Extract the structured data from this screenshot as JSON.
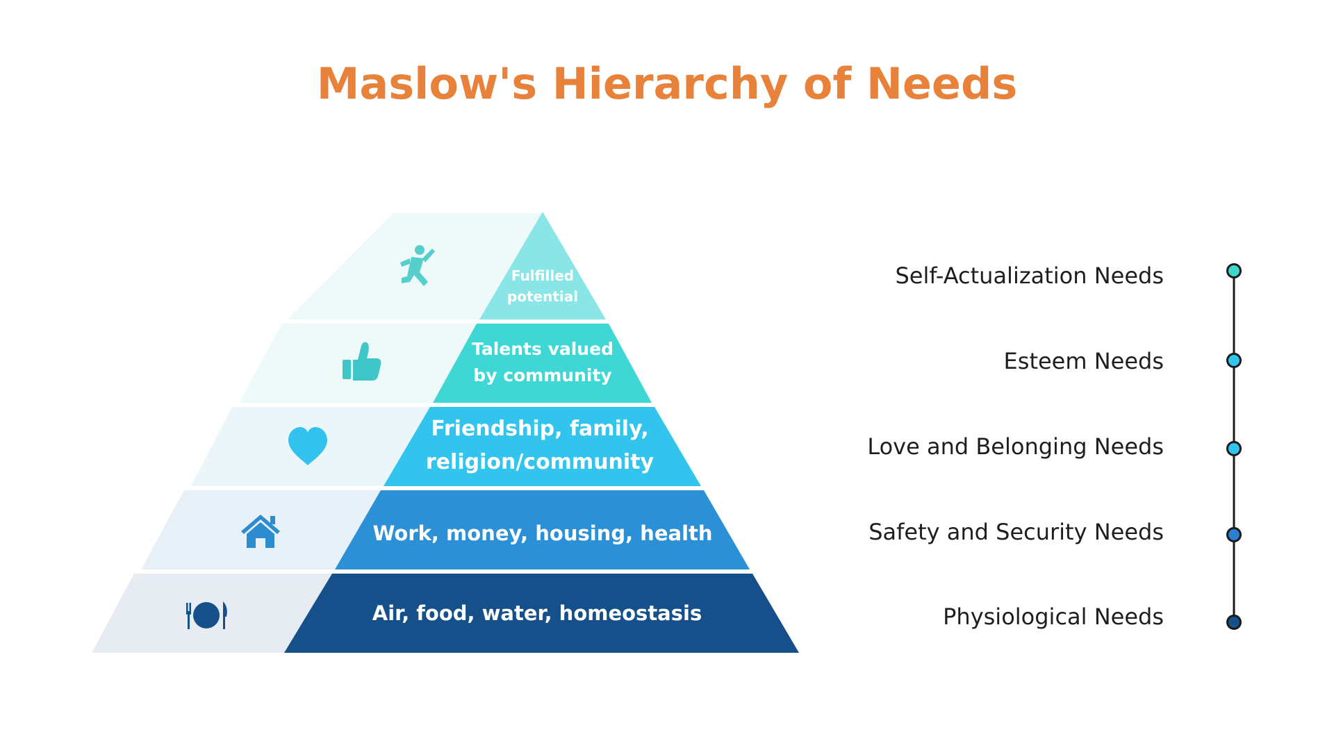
{
  "title": "Maslow's Hierarchy of Needs",
  "colors": {
    "title": "#E8823A",
    "layer_1": "#8AE6E6",
    "layer_2": "#3FD7D3",
    "layer_3": "#33C4EE",
    "layer_4": "#2C90D6",
    "layer_5": "#15508A",
    "band_1": "#EEF9F9",
    "band_2": "#EEF9FA",
    "band_3": "#EAF6FA",
    "band_4": "#E8F1F7",
    "band_5": "#E7ECF2",
    "icon_1": "#55CFCC",
    "icon_2": "#3FC7C8",
    "icon_3": "#33C2EE",
    "icon_4": "#2C8CD0",
    "icon_5": "#15508A",
    "dot_1": "#3FD7C8",
    "dot_2": "#33C4EE",
    "dot_3": "#33C4EE",
    "dot_4": "#2C7FD0",
    "dot_5": "#15508A",
    "connector": "#1a1a1a",
    "label": "#1e1e1e"
  },
  "layers": [
    {
      "text_lines": [
        "Fulfilled",
        "potential"
      ],
      "icon": "person-jumping-icon",
      "need": "Self-Actualization Needs"
    },
    {
      "text_lines": [
        "Talents valued",
        "by community"
      ],
      "icon": "thumbs-up-icon",
      "need": "Esteem Needs"
    },
    {
      "text_lines": [
        "Friendship, family,",
        "religion/community"
      ],
      "icon": "heart-icon",
      "need": "Love and Belonging Needs"
    },
    {
      "text_lines": [
        "Work, money, housing, health"
      ],
      "icon": "house-icon",
      "need": "Safety and Security Needs"
    },
    {
      "text_lines": [
        "Air, food, water, homeostasis"
      ],
      "icon": "plate-cutlery-icon",
      "need": "Physiological Needs"
    }
  ]
}
